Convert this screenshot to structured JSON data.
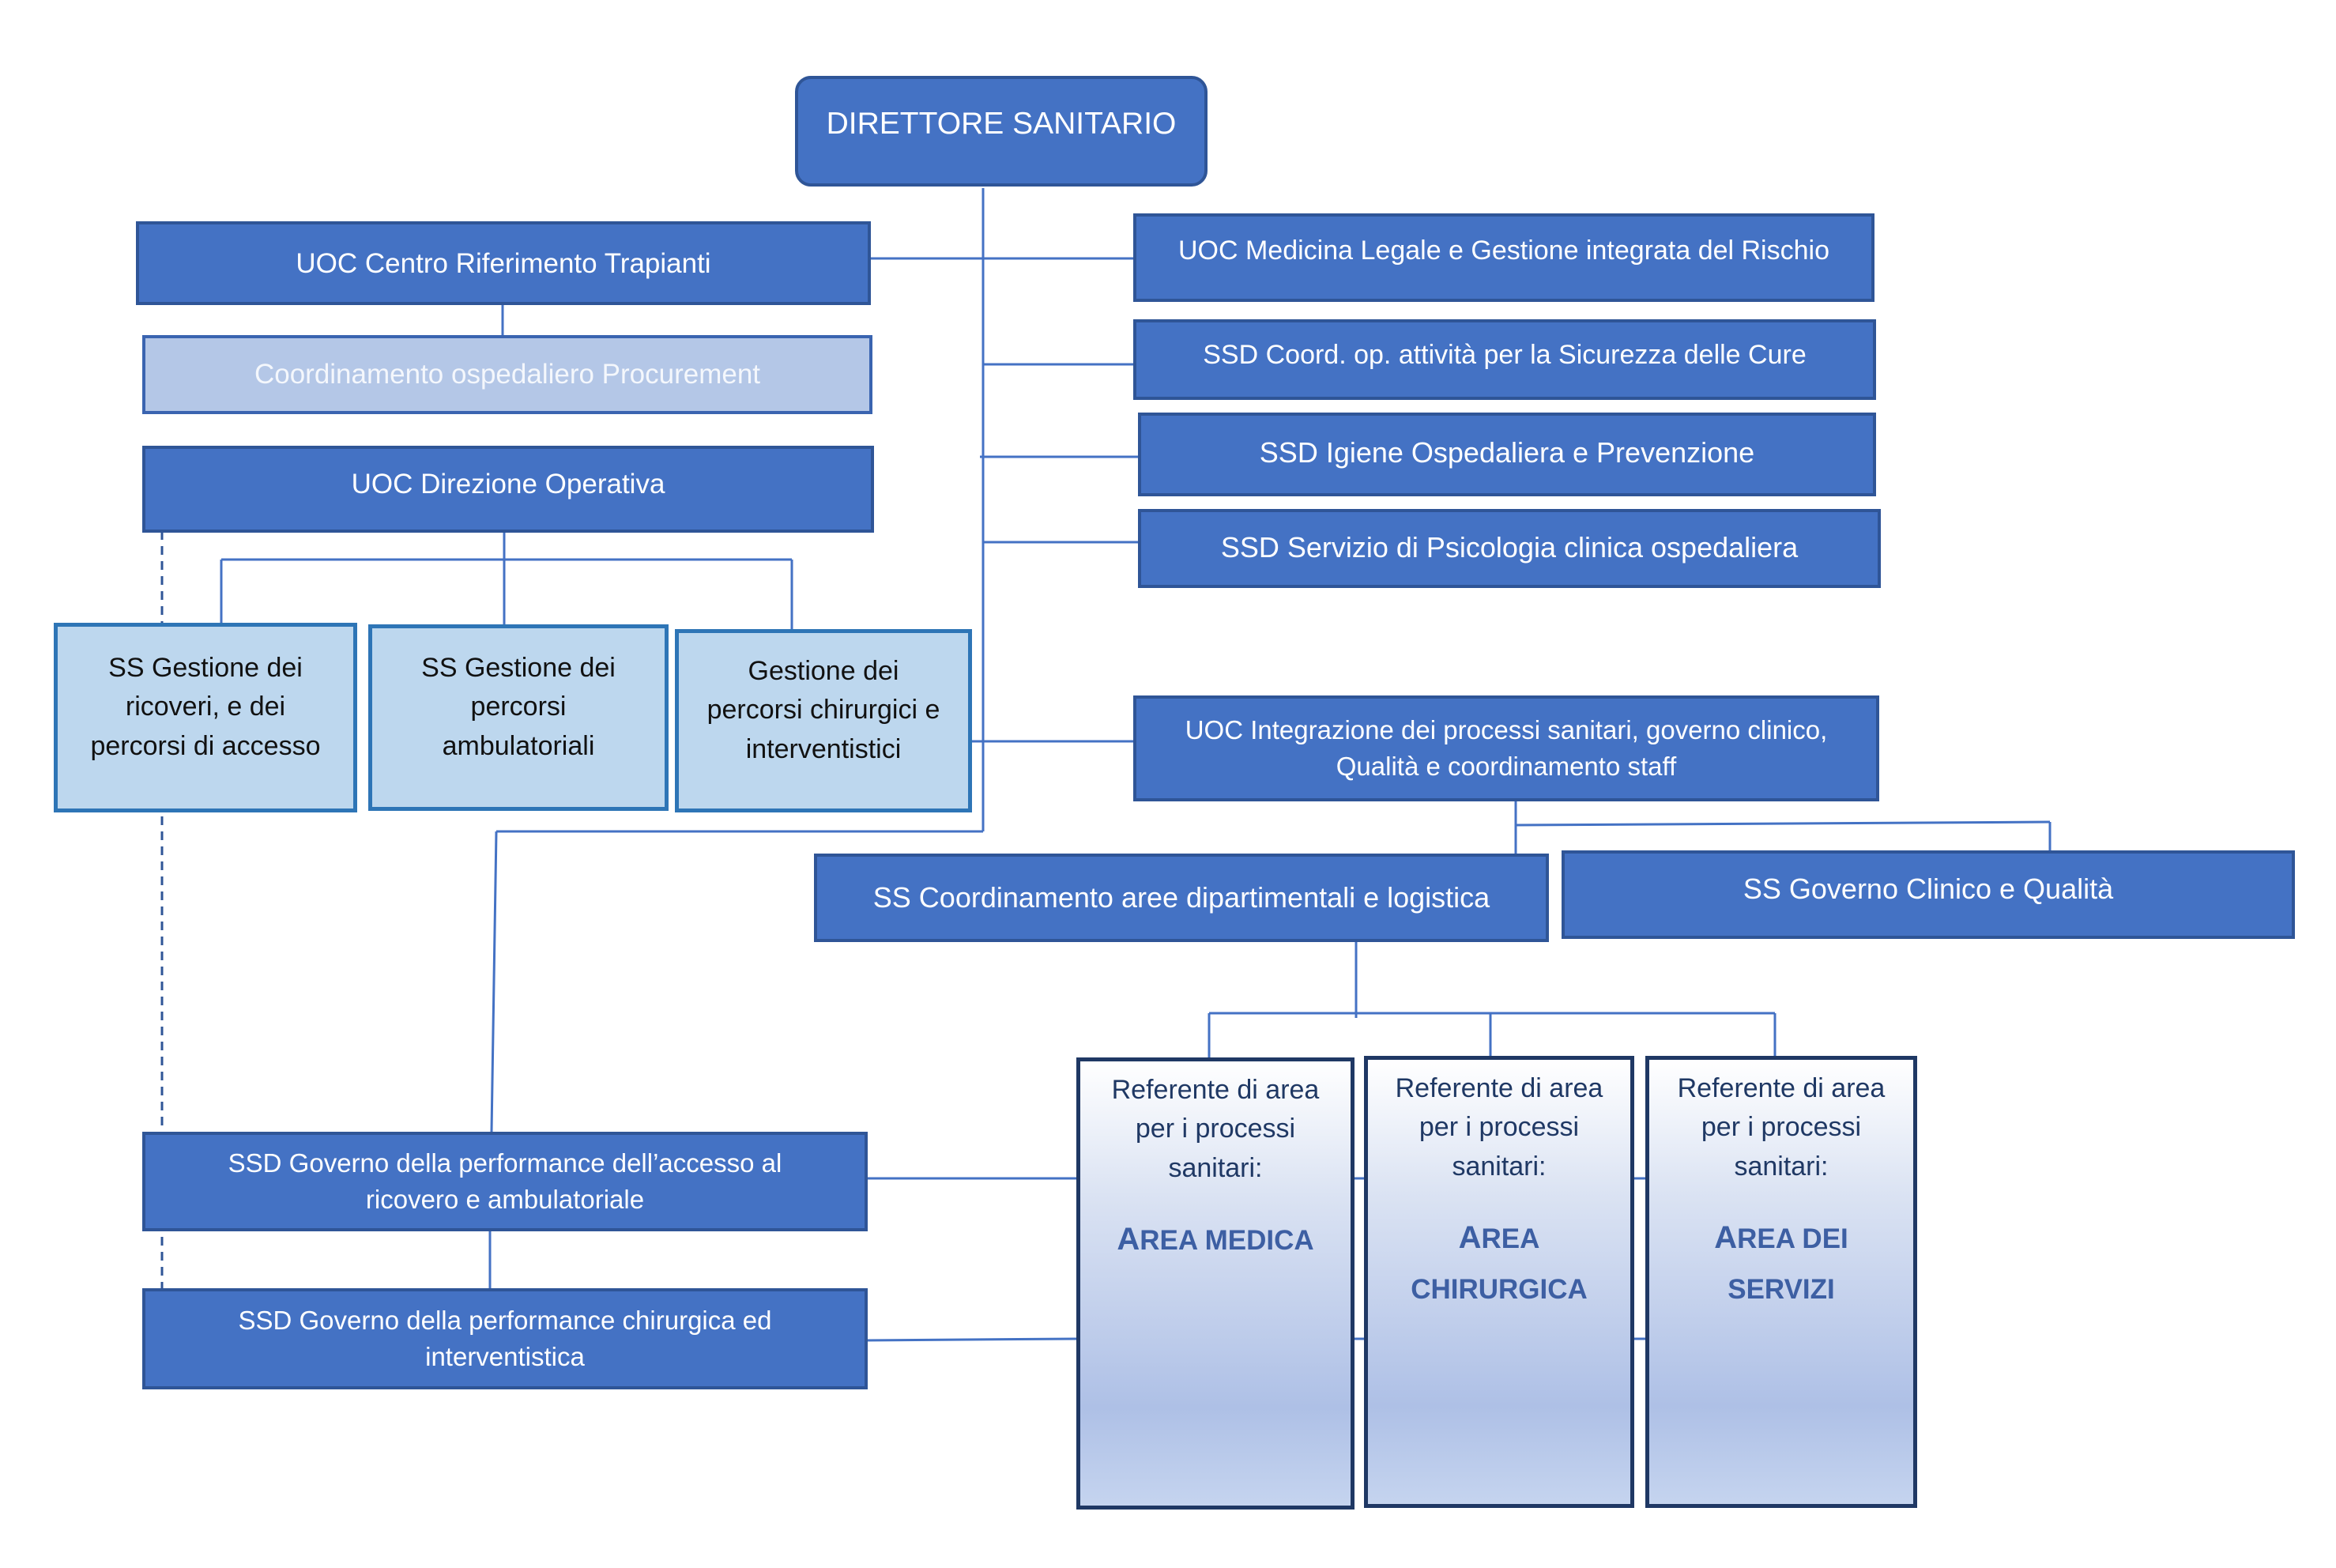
{
  "title": "DIRETTORE SANITARIO",
  "left_units": {
    "trapianti": "UOC Centro Riferimento Trapianti",
    "procurement": "Coordinamento ospedaliero Procurement",
    "direzione_operativa": "UOC Direzione Operativa",
    "sub": [
      [
        "SS Gestione dei",
        "ricoveri, e dei",
        "percorsi di accesso"
      ],
      [
        "SS Gestione dei",
        "percorsi",
        "ambulatoriali"
      ],
      [
        "Gestione dei",
        "percorsi chirurgici e",
        "interventistici"
      ]
    ]
  },
  "right_units": [
    "UOC Medicina Legale e Gestione integrata del Rischio",
    "SSD Coord. op. attività per la Sicurezza delle Cure",
    "SSD Igiene Ospedaliera e Prevenzione",
    "SSD Servizio di Psicologia clinica ospedaliera"
  ],
  "integrazione": [
    "UOC Integrazione dei processi sanitari, governo clinico,",
    "Qualità e coordinamento staff"
  ],
  "coordinamento_aree": "SS Coordinamento aree dipartimentali e logistica",
  "governo_clinico": "SS Governo Clinico e Qualità",
  "performance": {
    "accesso": [
      "SSD Governo della performance dell’accesso al",
      "ricovero e ambulatoriale"
    ],
    "chirurgica": [
      "SSD Governo della performance chirurgica ed",
      "interventistica"
    ]
  },
  "referenti": {
    "intro": [
      "Referente di area",
      "per i processi",
      "sanitari:"
    ],
    "areas": [
      {
        "first": "A",
        "rest": [
          "REA MEDICA"
        ]
      },
      {
        "first": "A",
        "rest": [
          "REA",
          "CHIRURGICA"
        ]
      },
      {
        "first": "A",
        "rest": [
          "REA DEI",
          "SERVIZI"
        ]
      }
    ]
  },
  "colors": {
    "box_dark": "#4472c4",
    "box_pale": "#b4c7e7",
    "box_light": "#bdd7ee",
    "connector": "#4472c4",
    "referente_border": "#1f3864"
  }
}
